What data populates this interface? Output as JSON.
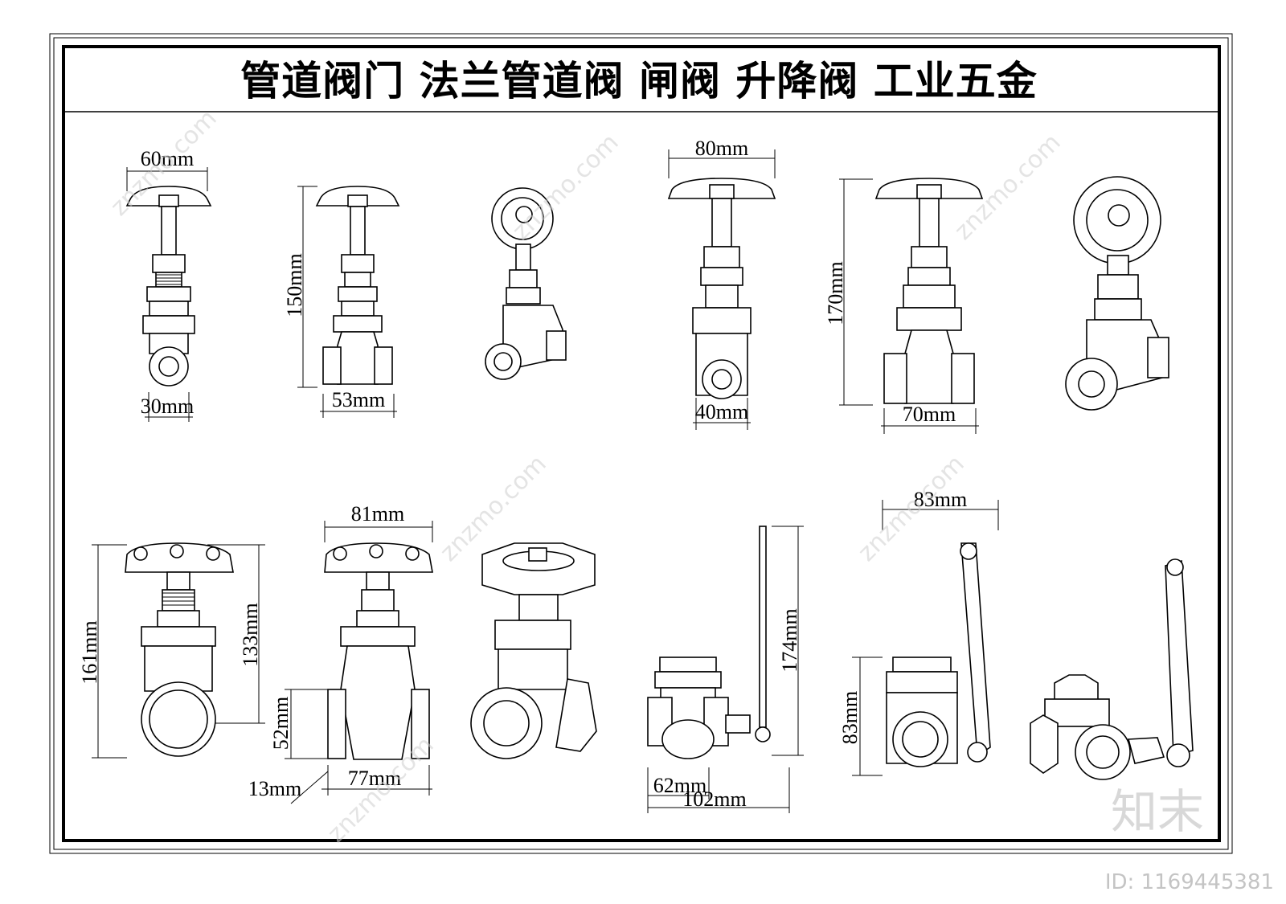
{
  "title": "管道阀门  法兰管道阀  闸阀  升降阀  工业五金",
  "dimensions": {
    "v1_top": "60mm",
    "v1_bottom": "30mm",
    "v2_height": "150mm",
    "v2_bottom": "53mm",
    "v4_top": "80mm",
    "v4_bottom": "40mm",
    "v5_height": "170mm",
    "v5_bottom": "70mm",
    "v7_height": "161mm",
    "v7_right": "133mm",
    "v8_top": "81mm",
    "v8_left": "52mm",
    "v8_bottom": "77mm",
    "v8_bottom_left": "13mm",
    "v10_height": "174mm",
    "v10_inner": "62mm",
    "v10_bottom": "102mm",
    "v11_top": "83mm",
    "v11_left": "83mm"
  },
  "watermark": "znzmo.com",
  "brand": "知末",
  "image_id": "ID: 1169445381"
}
